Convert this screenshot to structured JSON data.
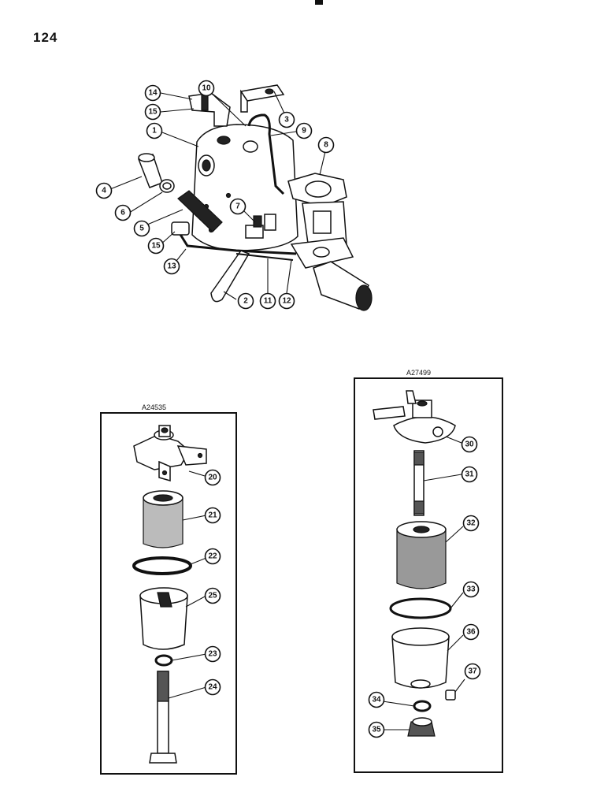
{
  "page_number": "124",
  "panel_left": {
    "label": "A24535",
    "callouts": [
      "20",
      "21",
      "22",
      "25",
      "23",
      "24"
    ]
  },
  "panel_right": {
    "label": "A27499",
    "callouts": [
      "30",
      "31",
      "32",
      "33",
      "36",
      "37",
      "34",
      "35"
    ]
  },
  "top_assembly": {
    "callouts": [
      "14",
      "15",
      "10",
      "3",
      "1",
      "9",
      "8",
      "4",
      "6",
      "7",
      "5",
      "15",
      "13",
      "2",
      "11",
      "12"
    ]
  }
}
